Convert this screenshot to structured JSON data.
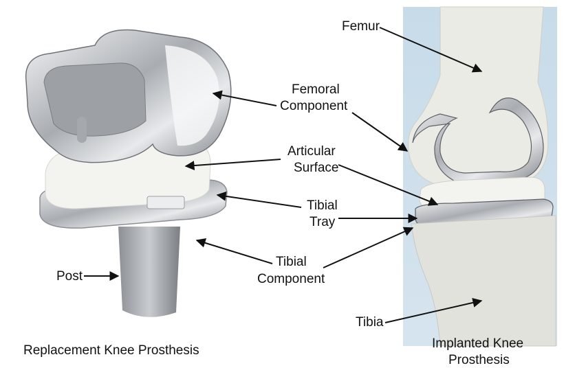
{
  "labels": {
    "femur": "Femur",
    "femoral_component_1": "Femoral",
    "femoral_component_2": "Component",
    "articular_surface_1": "Articular",
    "articular_surface_2": "Surface",
    "tibial_tray_1": "Tibial",
    "tibial_tray_2": "Tray",
    "tibial_component_1": "Tibial",
    "tibial_component_2": "Component",
    "post": "Post",
    "tibia": "Tibia"
  },
  "captions": {
    "left": "Replacement Knee Prosthesis",
    "right_1": "Implanted Knee",
    "right_2": "Prosthesis"
  },
  "colors": {
    "bone_background": "#c9dcea",
    "metal": "#b9bcc0",
    "polyethylene": "#f2f2ee",
    "bone": "#e6e6e1",
    "ink": "#111111"
  }
}
